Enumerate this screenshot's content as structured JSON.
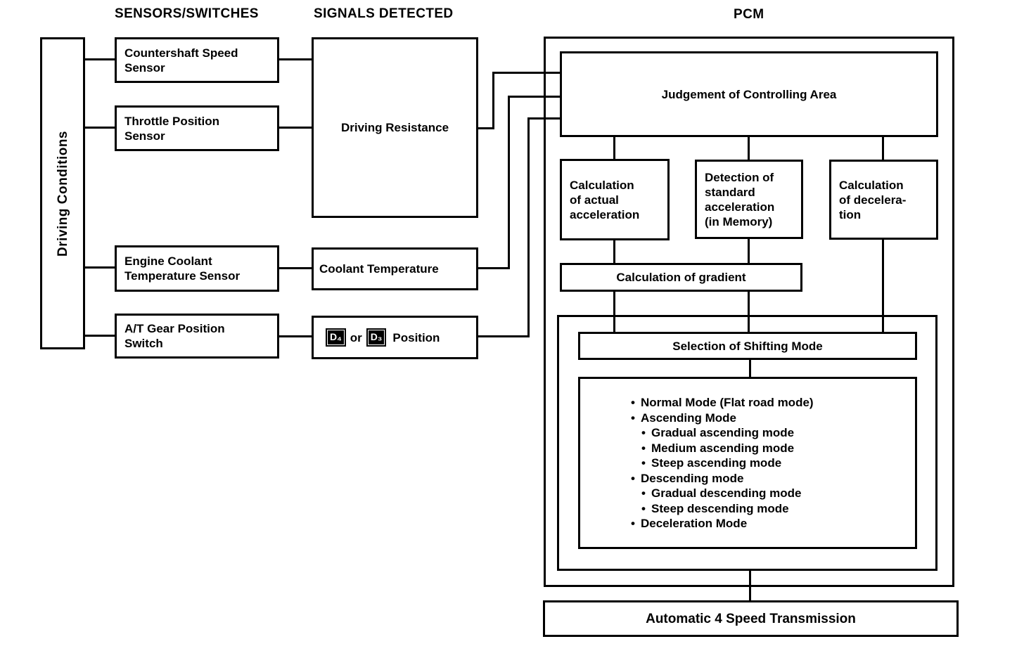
{
  "colors": {
    "ink": "#000000",
    "paper": "#ffffff"
  },
  "headers": {
    "sensors_switches": "SENSORS/SWITCHES",
    "signals_detected": "SIGNALS DETECTED",
    "pcm": "PCM"
  },
  "driving_conditions": {
    "label": "Driving Conditions"
  },
  "sensors": {
    "countershaft": "Countershaft Speed\nSensor",
    "throttle": "Throttle Position\nSensor",
    "coolant": "Engine Coolant\nTemperature Sensor",
    "gear": "A/T Gear Position\nSwitch"
  },
  "signals": {
    "driving_resistance": "Driving Resistance",
    "coolant_temperature": "Coolant Temperature",
    "position": {
      "badge1": "D₄",
      "or_text": "or",
      "badge2": "D₃",
      "label": "Position"
    }
  },
  "pcm": {
    "judgement": "Judgement of Controlling Area",
    "calc_actual": "Calculation\nof actual\nacceleration",
    "detection_standard": "Detection of\nstandard\nacceleration\n(in Memory)",
    "calc_deceleration": "Calculation\nof decelera-\ntion",
    "calc_gradient": "Calculation of gradient",
    "selection": "Selection of Shifting Mode",
    "modes_bullet": "•",
    "modes": [
      {
        "text": "Normal Mode (Flat road mode)",
        "level": 1
      },
      {
        "text": "Ascending Mode",
        "level": 1
      },
      {
        "text": "Gradual ascending mode",
        "level": 2
      },
      {
        "text": "Medium ascending mode",
        "level": 2
      },
      {
        "text": "Steep ascending mode",
        "level": 2
      },
      {
        "text": "Descending mode",
        "level": 1
      },
      {
        "text": "Gradual descending mode",
        "level": 2
      },
      {
        "text": "Steep descending mode",
        "level": 2
      },
      {
        "text": "Deceleration Mode",
        "level": 1
      }
    ]
  },
  "output": {
    "transmission": "Automatic 4 Speed Transmission"
  }
}
